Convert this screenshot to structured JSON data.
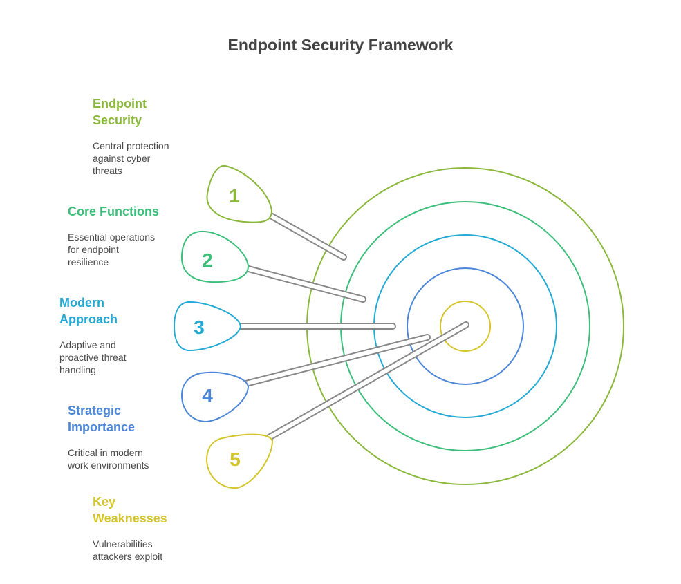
{
  "title": "Endpoint Security Framework",
  "colors": {
    "c1": "#8ab83a",
    "c2": "#3cbf7b",
    "c3": "#22aad6",
    "c4": "#4b86d9",
    "c5": "#d4c62a",
    "stick": "#888888"
  },
  "items": [
    {
      "number": "1",
      "heading": [
        "Endpoint",
        "Security"
      ],
      "description": [
        "Central protection",
        "against cyber",
        "threats"
      ]
    },
    {
      "number": "2",
      "heading": [
        "Core Functions"
      ],
      "description": [
        "Essential operations",
        "for endpoint",
        "resilience"
      ]
    },
    {
      "number": "3",
      "heading": [
        "Modern",
        "Approach"
      ],
      "description": [
        "Adaptive and",
        "proactive threat",
        "handling"
      ]
    },
    {
      "number": "4",
      "heading": [
        "Strategic",
        "Importance"
      ],
      "description": [
        "Critical in modern",
        "work environments"
      ]
    },
    {
      "number": "5",
      "heading": [
        "Key",
        "Weaknesses"
      ],
      "description": [
        "Vulnerabilities",
        "attackers exploit"
      ]
    }
  ]
}
